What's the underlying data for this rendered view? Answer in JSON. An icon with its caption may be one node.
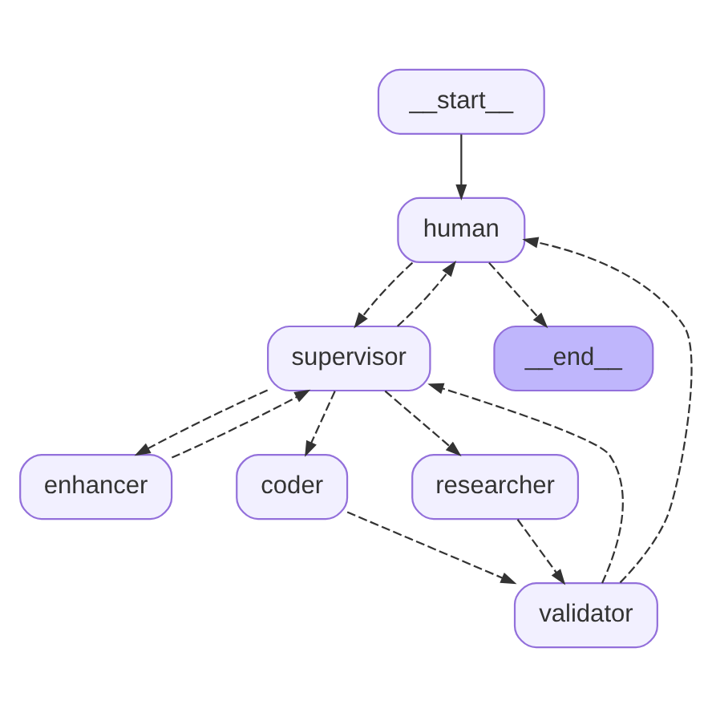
{
  "diagram": {
    "nodes": [
      {
        "text": [
          "__start__"
        ]
      },
      {
        "text": [
          "human"
        ]
      },
      {
        "text": [
          "supervisor"
        ]
      },
      {
        "text": [
          "__end__"
        ]
      },
      {
        "text": [
          "enhancer"
        ]
      },
      {
        "text": [
          "coder"
        ]
      },
      {
        "text": [
          "researcher"
        ]
      },
      {
        "text": [
          "validator"
        ]
      }
    ],
    "edges": [
      {
        "from": 0,
        "to": 1,
        "arrow": "to"
      },
      {
        "from": 1,
        "to": 2,
        "arrow": "to",
        "style": "dashed"
      },
      {
        "from": 2,
        "to": 1,
        "arrow": "to",
        "style": "dashed"
      },
      {
        "from": 1,
        "to": 3,
        "arrow": "to",
        "style": "dashed"
      },
      {
        "from": 2,
        "to": 4,
        "arrow": "to",
        "style": "dashed"
      },
      {
        "from": 4,
        "to": 2,
        "arrow": "to",
        "style": "dashed"
      },
      {
        "from": 2,
        "to": 5,
        "arrow": "to",
        "style": "dashed"
      },
      {
        "from": 2,
        "to": 6,
        "arrow": "to",
        "style": "dashed"
      },
      {
        "from": 5,
        "to": 7,
        "arrow": "to",
        "style": "dashed"
      },
      {
        "from": 6,
        "to": 7,
        "arrow": "to",
        "style": "dashed"
      },
      {
        "from": 7,
        "to": 1,
        "arrow": "to",
        "style": "dashed"
      },
      {
        "from": 7,
        "to": 2,
        "arrow": "to",
        "style": "dashed"
      }
    ]
  }
}
